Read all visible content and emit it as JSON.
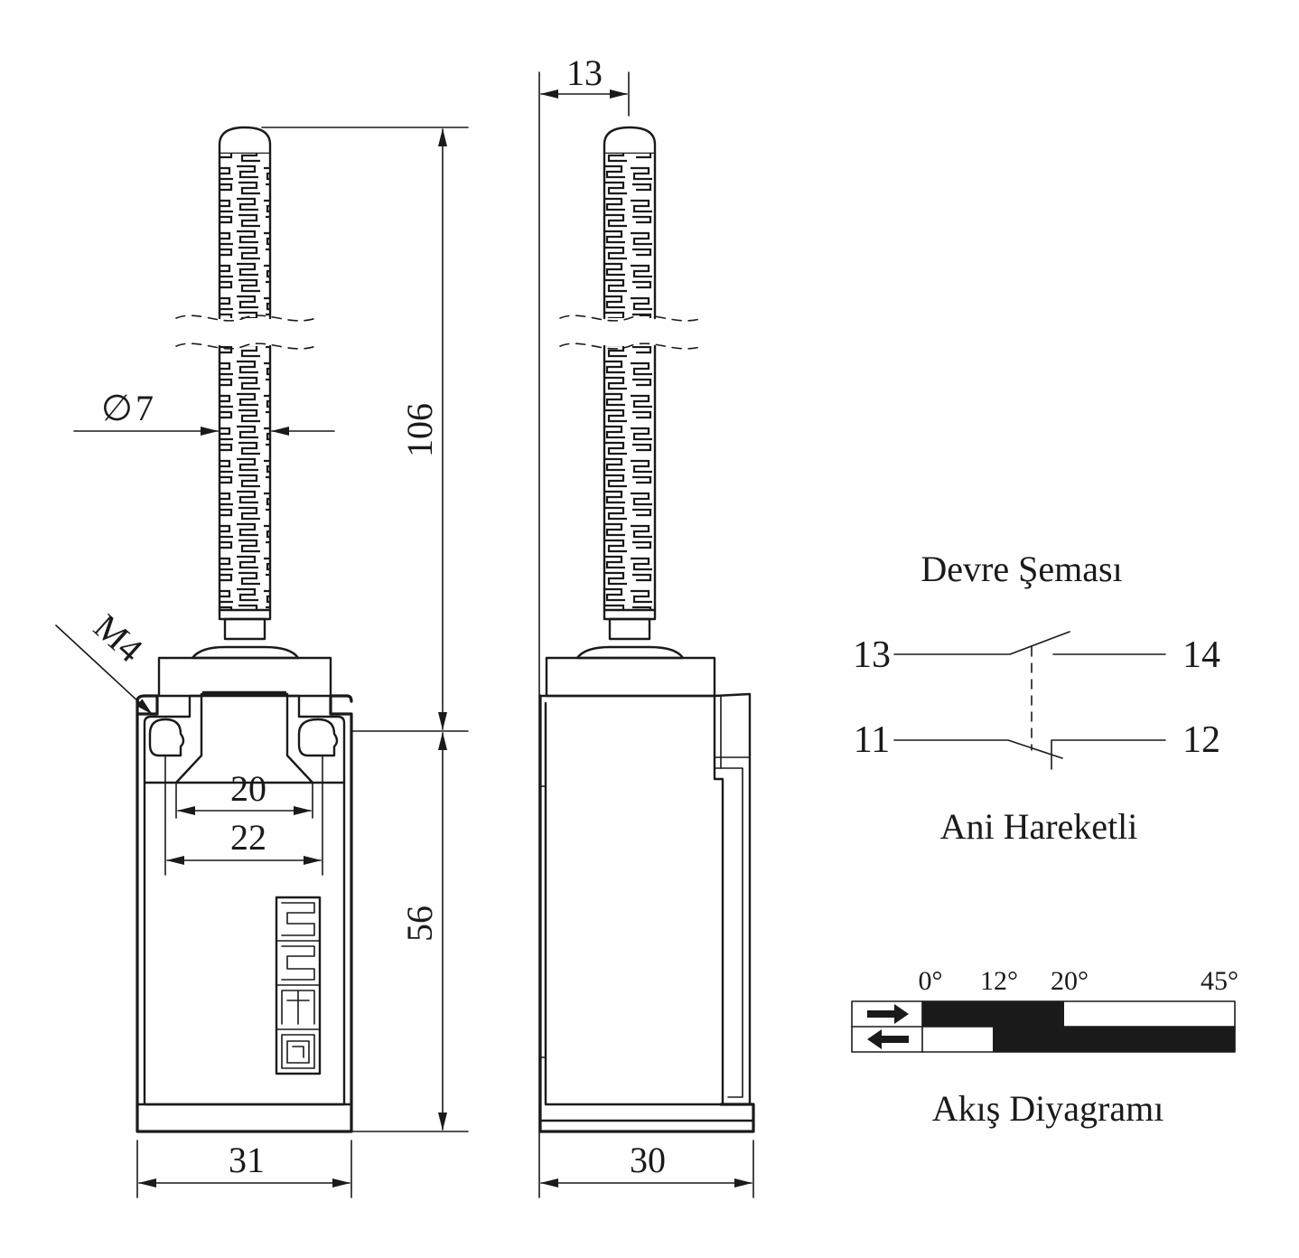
{
  "front_view": {
    "dim_height_total": "106",
    "dim_height_body": "56",
    "dim_width": "31",
    "dim_hole_inner": "20",
    "dim_hole_outer": "22",
    "dim_rod_diameter": "7",
    "diameter_symbol": "∅",
    "thread_label": "M4"
  },
  "side_view": {
    "dim_rod_offset": "13",
    "dim_depth": "30"
  },
  "circuit": {
    "title": "Devre Şeması",
    "subtitle": "Ani Hareketli",
    "terminals": {
      "t13": "13",
      "t14": "14",
      "t11": "11",
      "t12": "12"
    }
  },
  "flow": {
    "title": "Akış Diyagramı",
    "angles": [
      "0°",
      "12°",
      "20°",
      "45°"
    ],
    "rows": [
      {
        "direction": "forward",
        "on_from_deg": 0,
        "on_to_deg": 20
      },
      {
        "direction": "return",
        "on_from_deg": 12,
        "on_to_deg": 45
      }
    ],
    "range_deg": [
      0,
      45
    ]
  }
}
